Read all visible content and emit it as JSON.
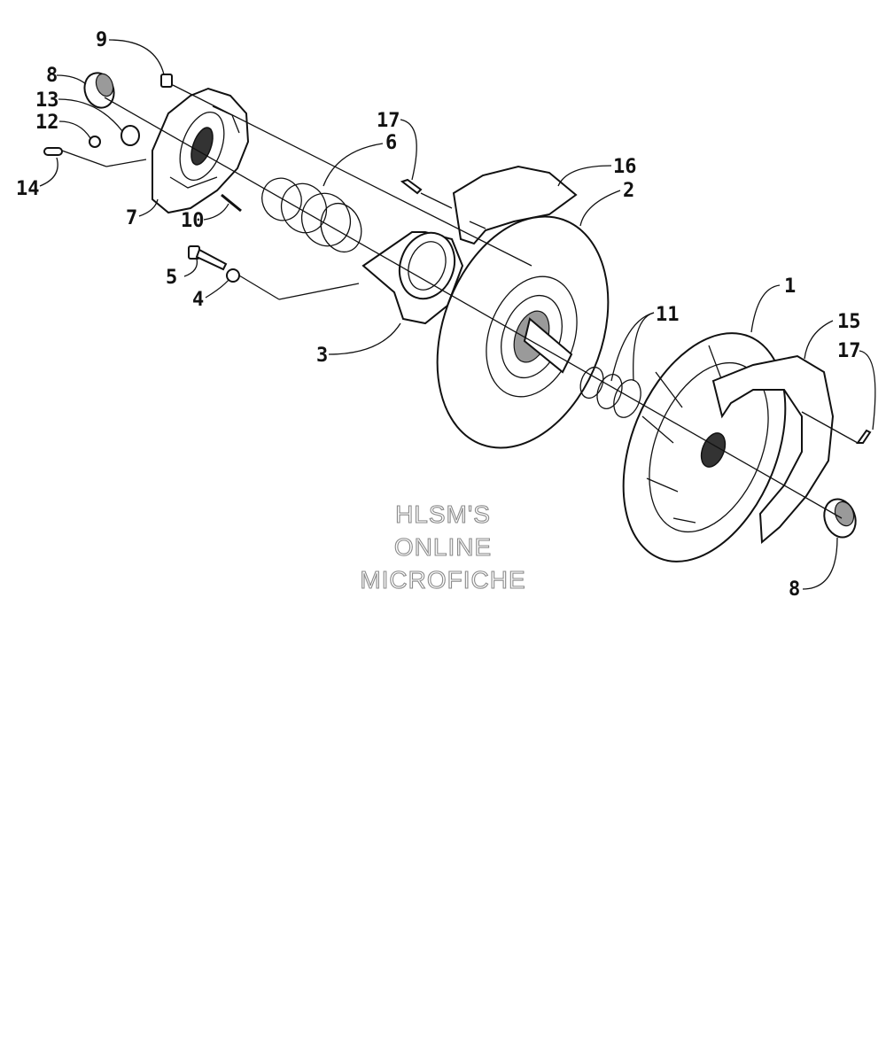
{
  "watermark": {
    "line1": "HLSM'S",
    "line2": "ONLINE",
    "line3": "MICROFICHE"
  },
  "callouts": {
    "c1": "1",
    "c2": "2",
    "c3": "3",
    "c4": "4",
    "c5": "5",
    "c6": "6",
    "c7": "7",
    "c8a": "8",
    "c8b": "8",
    "c9": "9",
    "c10": "10",
    "c11": "11",
    "c12": "12",
    "c13": "13",
    "c14": "14",
    "c15": "15",
    "c16": "16",
    "c17a": "17",
    "c17b": "17"
  }
}
